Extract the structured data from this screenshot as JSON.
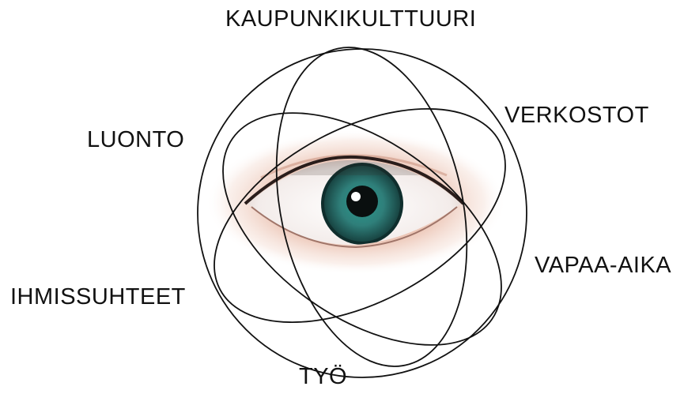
{
  "labels": {
    "top": "KAUPUNKIKULTTUURI",
    "upper_left": "LUONTO",
    "upper_right": "VERKOSTOT",
    "lower_right": "VAPAA-AIKA",
    "lower_left": "IHMISSUHTEET",
    "bottom": "TYÖ"
  },
  "colors": {
    "ring_stroke": "#111111",
    "iris": "#2f7f7a",
    "iris_dark": "#1b4f4c",
    "pupil": "#0a0f0f",
    "skin_glow": "#e8b9a6",
    "background": "#ffffff"
  },
  "icons": [
    "eye-image"
  ]
}
